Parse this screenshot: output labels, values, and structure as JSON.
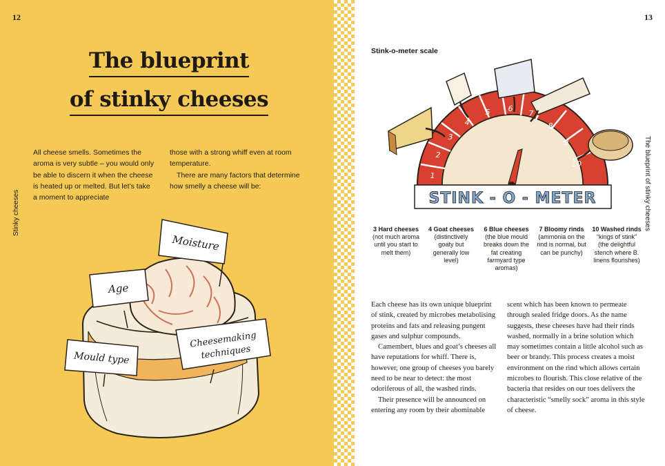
{
  "left_page": {
    "page_number": "12",
    "side_label": "Stinky cheeses",
    "title_line1": "The blueprint",
    "title_line2": "of stinky cheeses",
    "intro_col1": "All cheese smells. Sometimes the aroma is very subtle – you would only be able to discern it when the cheese is heated up or melted. But let’s take a moment to appreciate",
    "intro_col2_p1": "those with a strong whiff even at room temperature.",
    "intro_col2_p2": "There are many factors that determine how smelly a cheese will be:",
    "factors": {
      "moisture": "Moisture",
      "age": "Age",
      "cheesemaking_line1": "Cheesemaking",
      "cheesemaking_line2": "techniques",
      "mould_type": "Mould type"
    }
  },
  "right_page": {
    "page_number": "13",
    "side_label": "The blueprint of stinky cheeses",
    "scale_title": "Stink-o-meter scale",
    "meter_label": "STINK - O - METER",
    "meter_numbers": [
      "1",
      "2",
      "3",
      "4",
      "5",
      "6",
      "7",
      "8",
      "9",
      "10"
    ],
    "scale_items": [
      {
        "heading": "3 Hard cheeses",
        "desc": "(not much aroma until you start to melt them)"
      },
      {
        "heading": "4 Goat cheeses",
        "desc": "(distinctively goaty but generally low level)"
      },
      {
        "heading": "6 Blue cheeses",
        "desc": "(the blue mould breaks down the fat creating farmyard type aromas)"
      },
      {
        "heading": "7 Bloomy rinds",
        "desc": "(ammonia on the rind is normal, but can be punchy)"
      },
      {
        "heading": "10 Washed rinds",
        "desc": "“kings of stink” (the delightful stench where B. linens flourishes)"
      }
    ],
    "body_col1_p1": "Each cheese has its own unique blueprint of stink, created by microbes metabolising proteins and fats and releasing pungent gases and sulphur compounds.",
    "body_col1_p2": "Camembert, blues and goat’s cheeses all have reputations for whiff. There is, however, one group of cheeses you barely need to be near to detect: the most odoriferous of all, the washed rinds.",
    "body_col1_p3": "Their presence will be announced on entering any room by their abominable",
    "body_col2": "scent which has been known to permeate through sealed fridge doors. As the name suggests, these cheeses have had their rinds washed, normally in a brine solution which may sometimes contain a little alcohol such as beer or brandy. This process creates a moist environment on the rind which allows certain microbes to flourish. This close relative of the bacteria that resides on our toes delivers the characteristic “smelly sock” aroma in this style of cheese."
  },
  "colors": {
    "page_yellow": "#f5c955",
    "meter_red": "#d8412f",
    "meter_blue": "#7fa7cf",
    "ink": "#1f1a14"
  }
}
